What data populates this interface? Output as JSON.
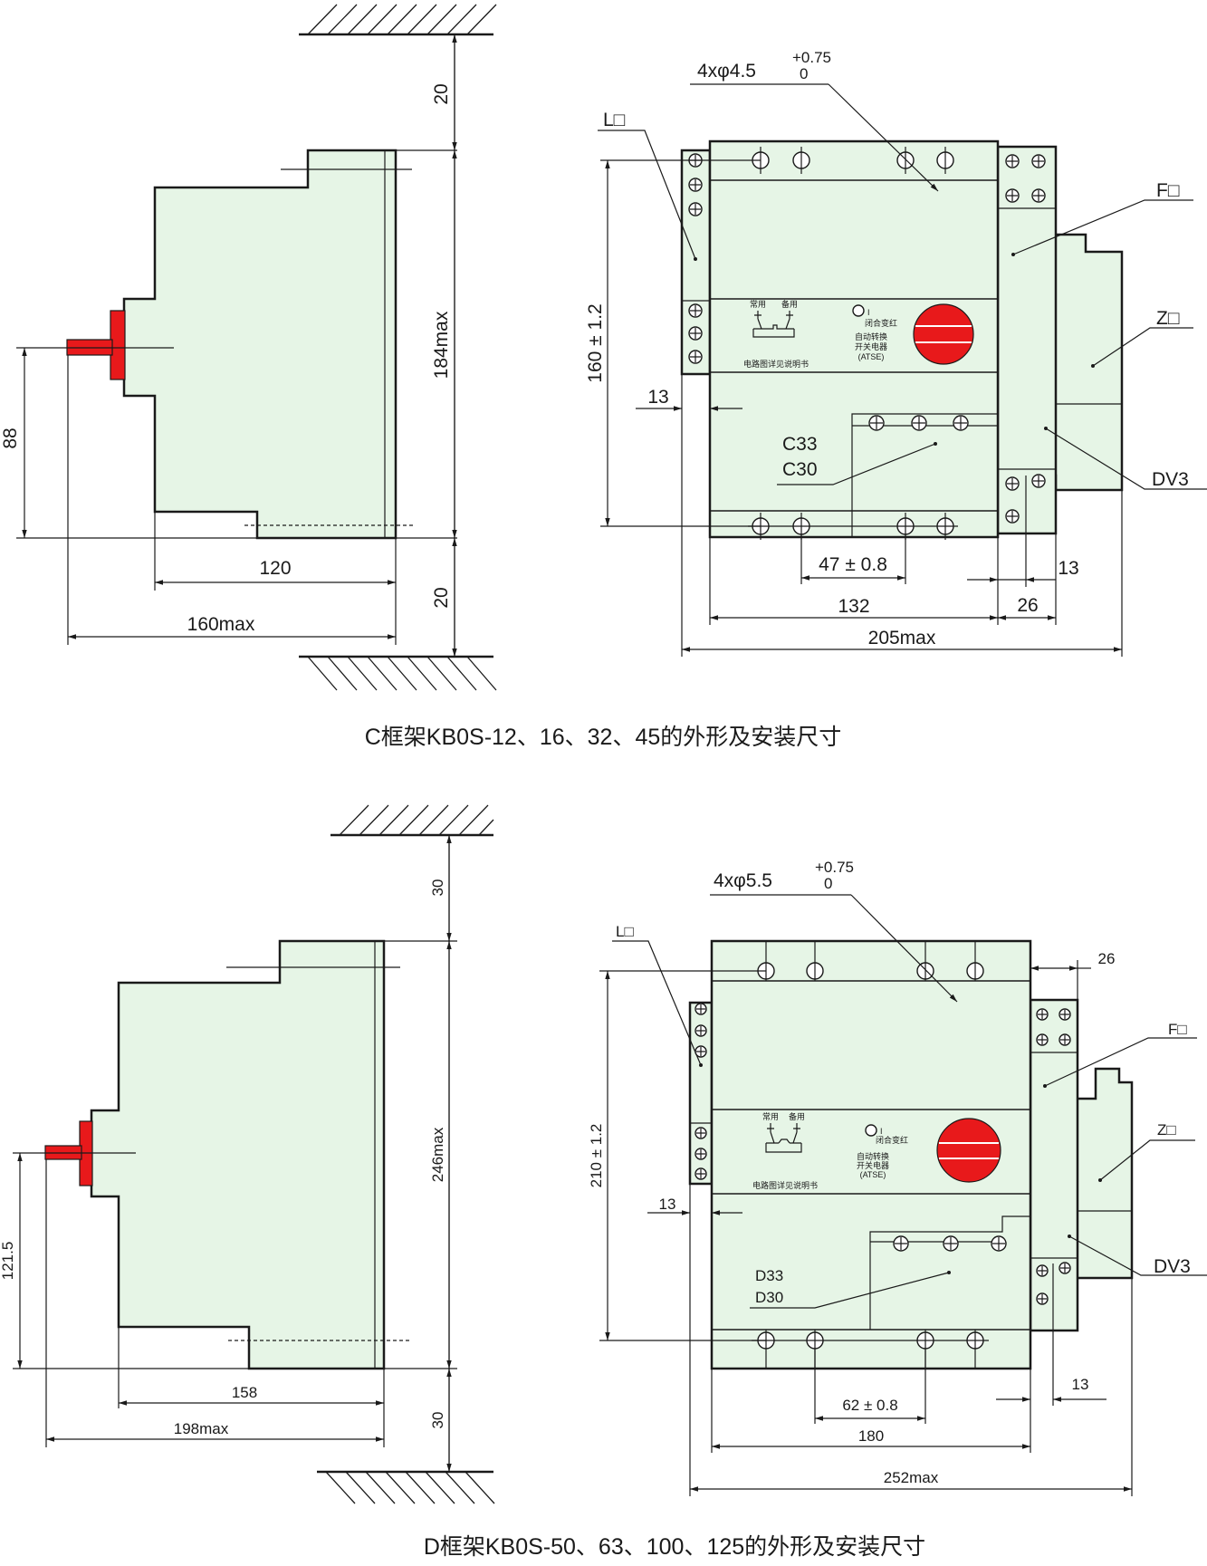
{
  "c_frame": {
    "caption": "C框架KB0S-12、16、32、45的外形及安装尺寸",
    "side_dims": {
      "top_clear": "20",
      "height": "184max",
      "bottom_clear": "20",
      "handle_height": "88",
      "depth_base": "120",
      "depth_total": "160max"
    },
    "front_dims": {
      "hole_spec_main": "4xφ4.5",
      "hole_tol_upper": "+0.75",
      "hole_tol_lower": "0",
      "height": "160 ± 1.2",
      "offset": "13",
      "hole_spacing": "47 ± 0.8",
      "base_width": "132",
      "accessory_width": "26",
      "accessory_offset": "13",
      "total_width": "205max"
    },
    "labels": {
      "l": "L□",
      "f": "F□",
      "z": "Z□",
      "dv": "DV3",
      "c1": "C33",
      "c2": "C30"
    },
    "panel_text": {
      "normal": "常用",
      "backup": "备用",
      "circuit_note": "电路图详见说明书",
      "status": "闭合变红",
      "name1": "自动转换",
      "name2": "开关电器",
      "name3": "(ATSE)",
      "i_mark": "I"
    }
  },
  "d_frame": {
    "caption": "D框架KB0S-50、63、100、125的外形及安装尺寸",
    "side_dims": {
      "top_clear": "30",
      "height": "246max",
      "bottom_clear": "30",
      "handle_height": "121.5",
      "depth_base": "158",
      "depth_total": "198max"
    },
    "front_dims": {
      "hole_spec_main": "4xφ5.5",
      "hole_tol_upper": "+0.75",
      "hole_tol_lower": "0",
      "height": "210 ± 1.2",
      "offset": "13",
      "accessory_width": "26",
      "hole_spacing": "62 ± 0.8",
      "base_width": "180",
      "accessory_offset": "13",
      "total_width": "252max"
    },
    "labels": {
      "l": "L□",
      "f": "F□",
      "z": "Z□",
      "dv": "DV3",
      "c1": "D33",
      "c2": "D30"
    },
    "panel_text": {
      "normal": "常用",
      "backup": "备用",
      "circuit_note": "电路图详见说明书",
      "status": "闭合变红",
      "name1": "自动转换",
      "name2": "开关电器",
      "name3": "(ATSE)",
      "i_mark": "I"
    }
  },
  "colors": {
    "body_fill": "#e6f5e6",
    "handle_red": "#e8191b",
    "line": "#1a1a1a"
  }
}
